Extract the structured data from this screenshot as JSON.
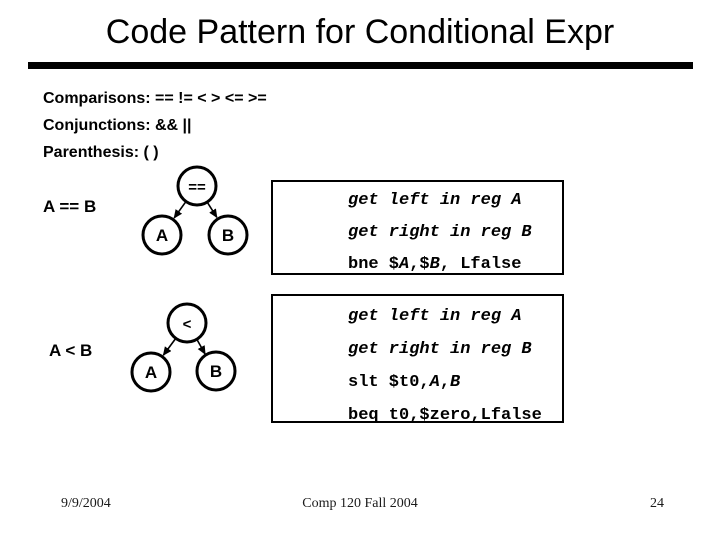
{
  "slide": {
    "title": "Code Pattern for Conditional Expr",
    "bullets": [
      "Comparisons: == != < > <= >=",
      "Conjunctions: && ||",
      "Parenthesis: ( )"
    ],
    "trees": [
      {
        "label": "A == B",
        "root": "==",
        "left": "A",
        "right": "B"
      },
      {
        "label": "A < B",
        "root": "<",
        "left": "A",
        "right": "B"
      }
    ],
    "code_boxes": [
      {
        "lines": [
          {
            "segments": [
              {
                "text": "get left in reg A"
              }
            ]
          },
          {
            "segments": [
              {
                "text": "get right in reg B"
              }
            ]
          },
          {
            "segments": [
              {
                "text": "bne $"
              },
              {
                "text": "A"
              },
              {
                "text": ",$"
              },
              {
                "text": "B"
              },
              {
                "text": ", Lfalse"
              }
            ]
          }
        ]
      },
      {
        "lines": [
          {
            "segments": [
              {
                "text": "get left in reg A"
              }
            ]
          },
          {
            "segments": [
              {
                "text": "get right in reg B"
              }
            ]
          },
          {
            "segments": [
              {
                "text": "slt $t0,"
              },
              {
                "text": "A"
              },
              {
                "text": ","
              },
              {
                "text": "B"
              }
            ]
          },
          {
            "segments": [
              {
                "text": "beq t0,$zero,Lfalse"
              }
            ]
          }
        ]
      }
    ],
    "footer": {
      "date": "9/9/2004",
      "course": "Comp 120 Fall 2004",
      "page_number": "24"
    },
    "colors": {
      "foreground": "#000000",
      "background": "#ffffff"
    }
  }
}
